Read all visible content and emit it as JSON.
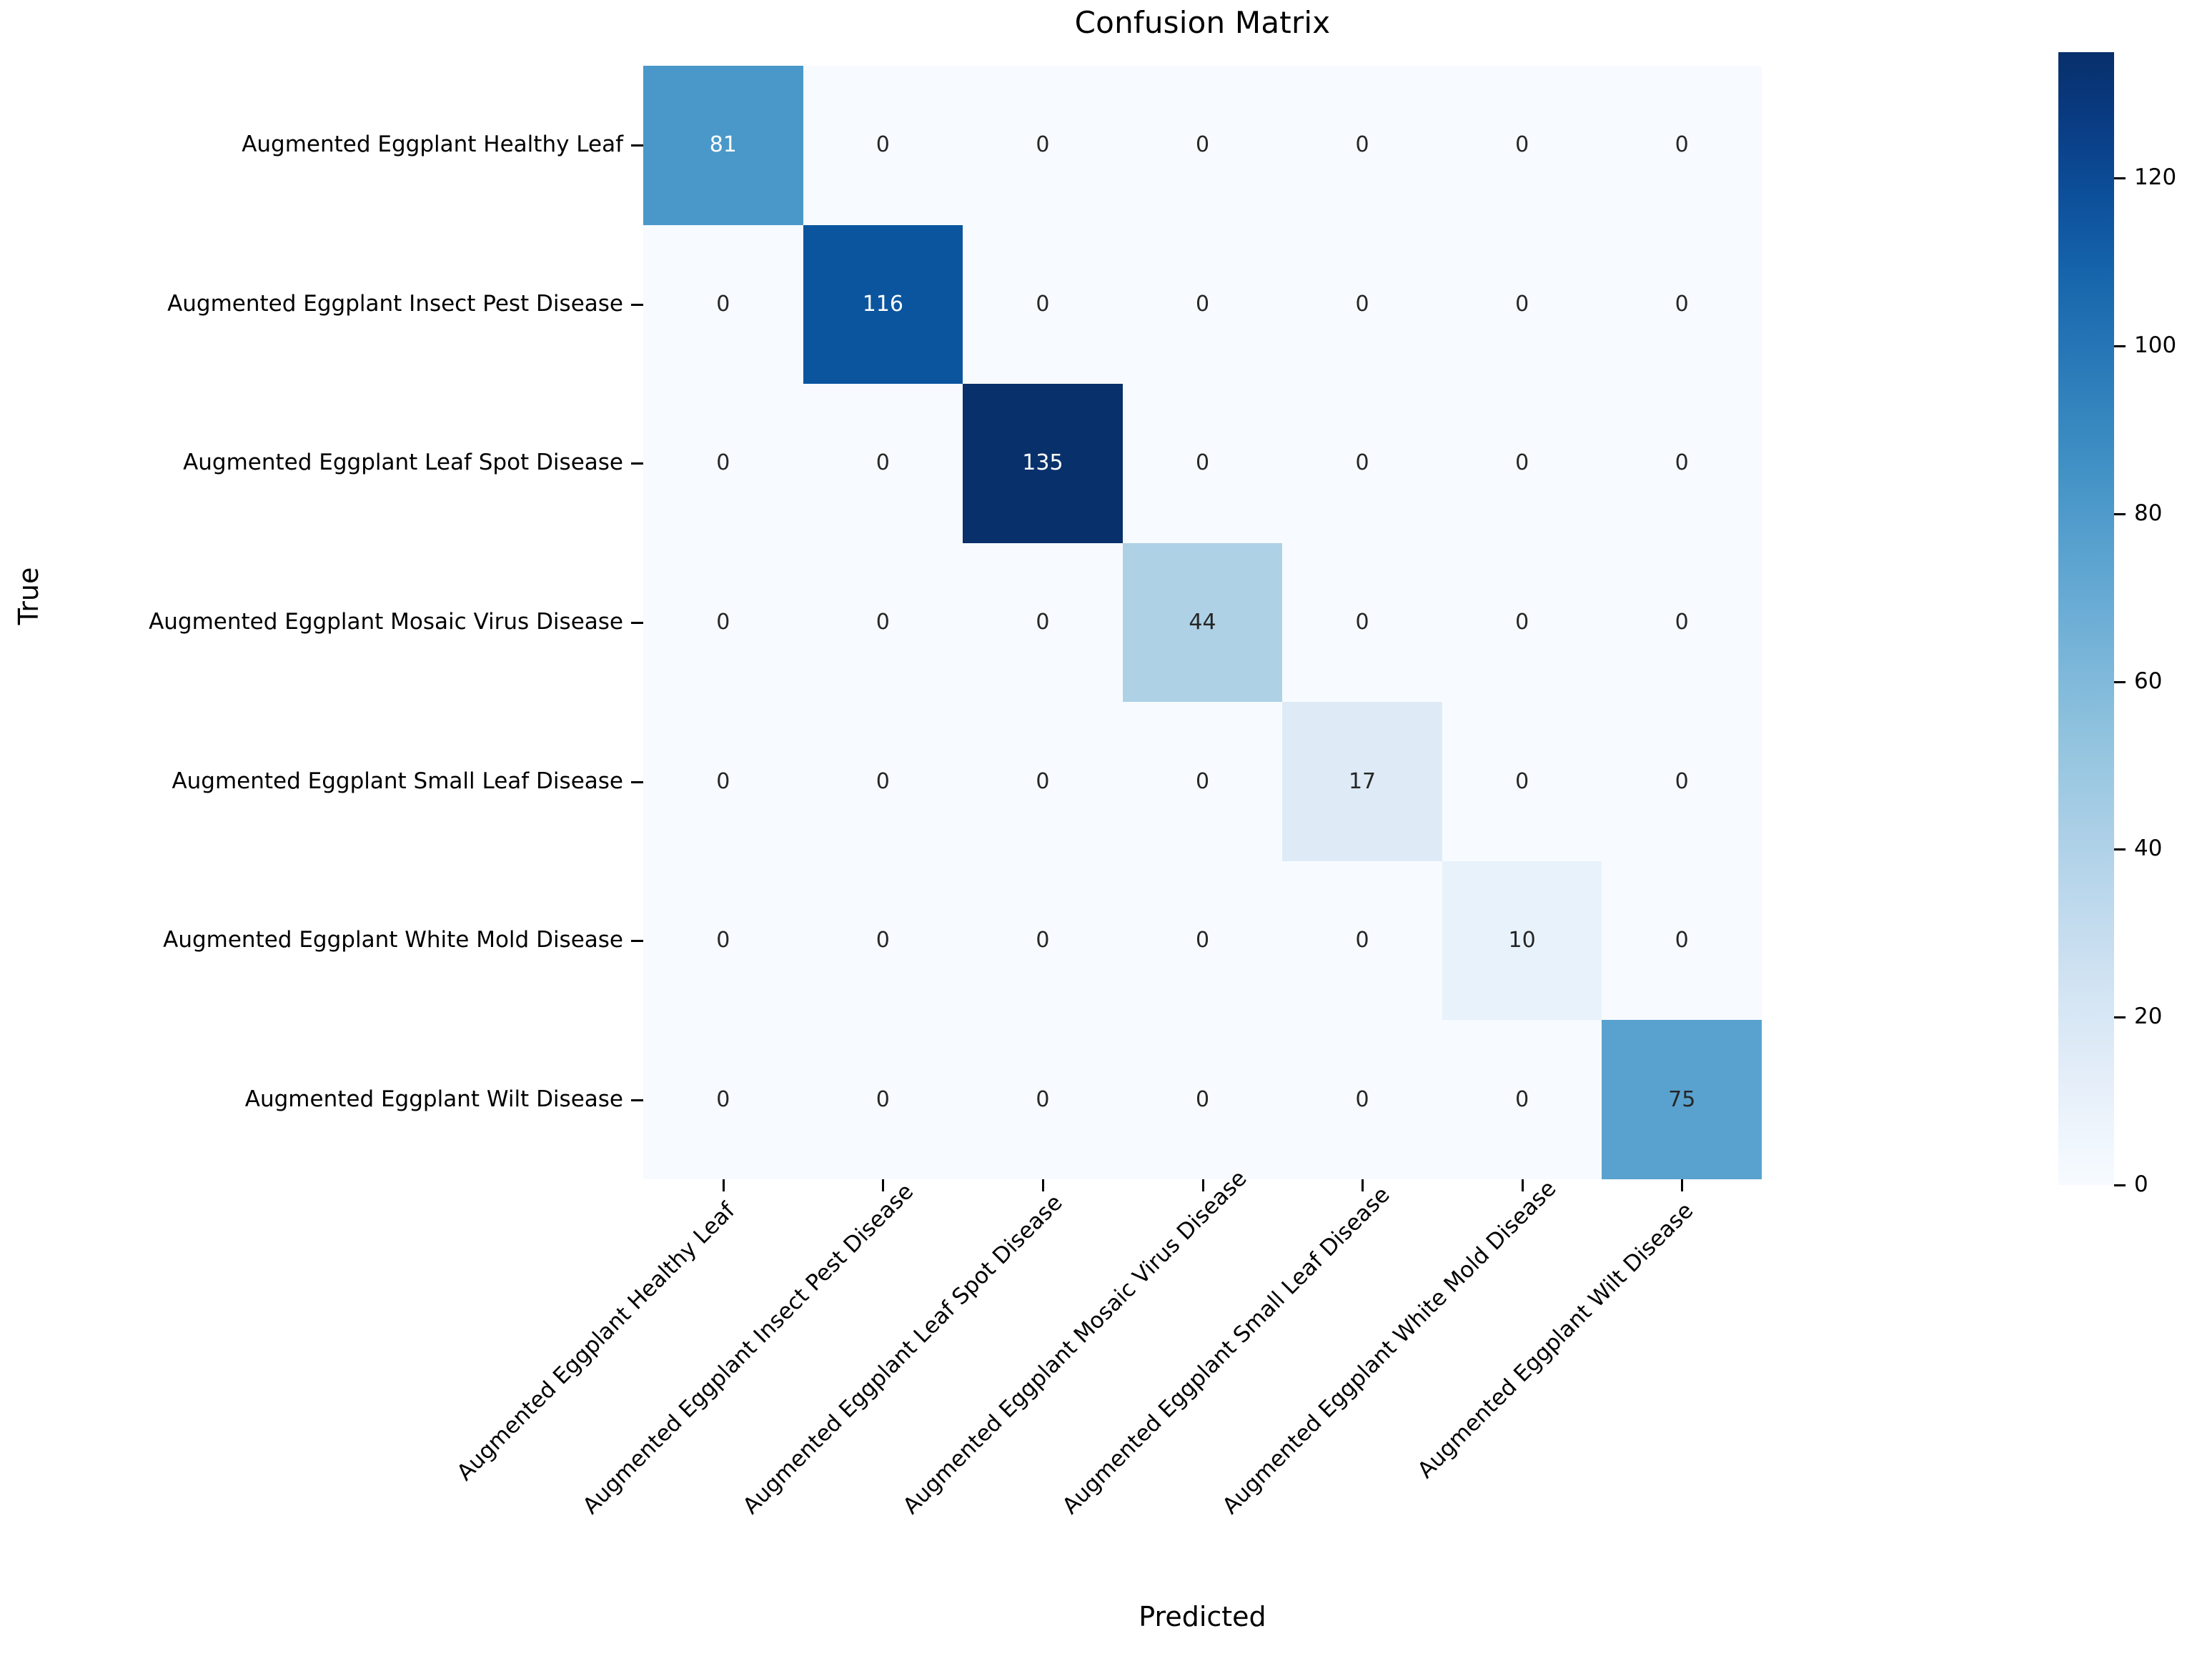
{
  "chart_data": {
    "type": "heatmap",
    "subtype": "confusion-matrix",
    "title": "Confusion Matrix",
    "xlabel": "Predicted",
    "ylabel": "True",
    "categories": [
      "Augmented Eggplant Healthy Leaf",
      "Augmented Eggplant Insect Pest Disease",
      "Augmented Eggplant Leaf Spot Disease",
      "Augmented Eggplant Mosaic Virus Disease",
      "Augmented Eggplant Small Leaf Disease",
      "Augmented Eggplant White Mold Disease",
      "Augmented Eggplant Wilt Disease"
    ],
    "x_tick_labels": [
      "Augmented Eggplant Healthy Leaf",
      "Augmented Eggplant Insect Pest Disease",
      "Augmented Eggplant Leaf Spot Disease",
      "Augmented Eggplant Mosaic Virus Disease",
      "Augmented Eggplant Small Leaf Disease",
      "Augmented Eggplant White Mold Disease",
      "Augmented Eggplant Wilt Disease"
    ],
    "y_tick_labels": [
      "Augmented Eggplant Healthy Leaf",
      "Augmented Eggplant Insect Pest Disease",
      "Augmented Eggplant Leaf Spot Disease",
      "Augmented Eggplant Mosaic Virus Disease",
      "Augmented Eggplant Small Leaf Disease",
      "Augmented Eggplant White Mold Disease",
      "Augmented Eggplant Wilt Disease"
    ],
    "matrix": [
      [
        81,
        0,
        0,
        0,
        0,
        0,
        0
      ],
      [
        0,
        116,
        0,
        0,
        0,
        0,
        0
      ],
      [
        0,
        0,
        135,
        0,
        0,
        0,
        0
      ],
      [
        0,
        0,
        0,
        44,
        0,
        0,
        0
      ],
      [
        0,
        0,
        0,
        0,
        17,
        0,
        0
      ],
      [
        0,
        0,
        0,
        0,
        0,
        10,
        0
      ],
      [
        0,
        0,
        0,
        0,
        0,
        0,
        75
      ]
    ],
    "diagonal_values": [
      81,
      116,
      135,
      44,
      17,
      10,
      75
    ],
    "vmin": 0,
    "vmax": 135,
    "colormap": "Blues",
    "grid": false,
    "annotations_shown": true,
    "colorbar": {
      "position": "right",
      "ticks": [
        0,
        20,
        40,
        60,
        80,
        100,
        120
      ],
      "tick_labels": [
        "0",
        "20",
        "40",
        "60",
        "80",
        "100",
        "120"
      ],
      "range": [
        0,
        135
      ]
    },
    "colors": {
      "cell_zero": "#f5f9fe",
      "cell_10": "#e8f0f9",
      "cell_17": "#dee8f5",
      "cell_44": "#accfe8",
      "cell_75": "#4a94cb",
      "cell_81": "#4a94cb",
      "cell_116": "#11549f",
      "cell_135": "#0d3168",
      "text_dark": "#262626",
      "text_light": "#ffffff",
      "figure_background": "#ffffff"
    }
  }
}
